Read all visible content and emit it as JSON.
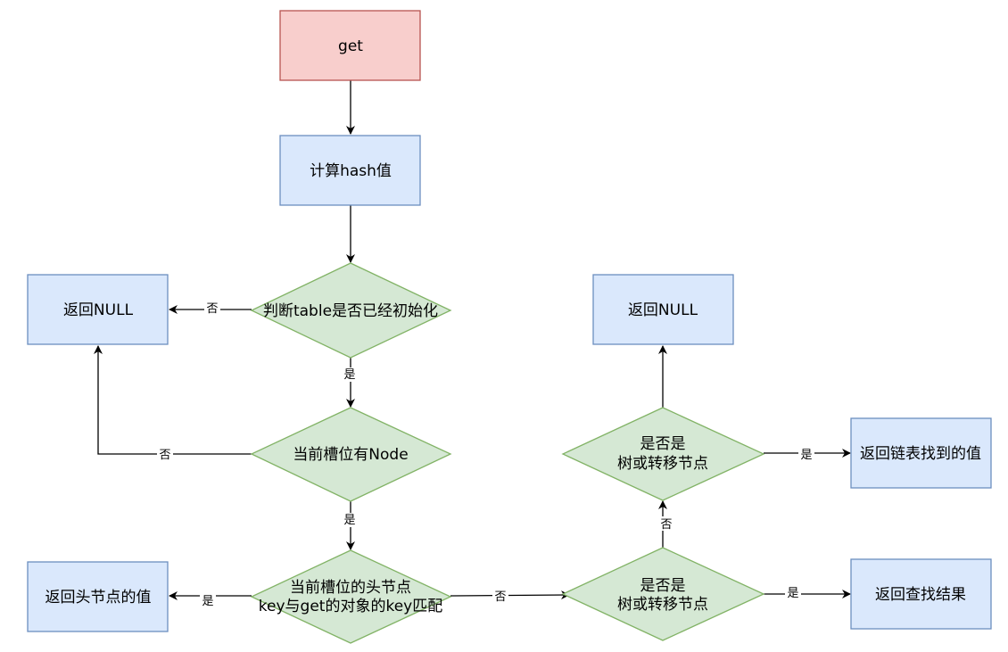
{
  "colors": {
    "start_fill": "#f8cecc",
    "start_stroke": "#b85450",
    "process_fill": "#dae8fc",
    "process_stroke": "#6c8ebf",
    "decision_fill": "#d5e8d4",
    "decision_stroke": "#82b366",
    "edge": "#000000"
  },
  "nodes": {
    "get": "get",
    "calc_hash": "计算hash值",
    "check_init": "判断table是否已经初始化",
    "return_null_left": "返回NULL",
    "has_node": "当前槽位有Node",
    "head_match_line1": "当前槽位的头节点",
    "head_match_line2": "key与get的对象的key匹配",
    "return_head": "返回头节点的值",
    "tree_check_bottom_line1": "是否是",
    "tree_check_bottom_line2": "树或转移节点",
    "return_find": "返回查找结果",
    "tree_check_top_line1": "是否是",
    "tree_check_top_line2": "树或转移节点",
    "return_list": "返回链表找到的值",
    "return_null_right": "返回NULL"
  },
  "edge_labels": {
    "init_no": "否",
    "init_yes": "是",
    "node_no": "否",
    "node_yes": "是",
    "match_yes": "是",
    "match_no": "否",
    "bottom_tree_yes": "是",
    "bottom_tree_no": "否",
    "top_tree_yes": "是"
  }
}
